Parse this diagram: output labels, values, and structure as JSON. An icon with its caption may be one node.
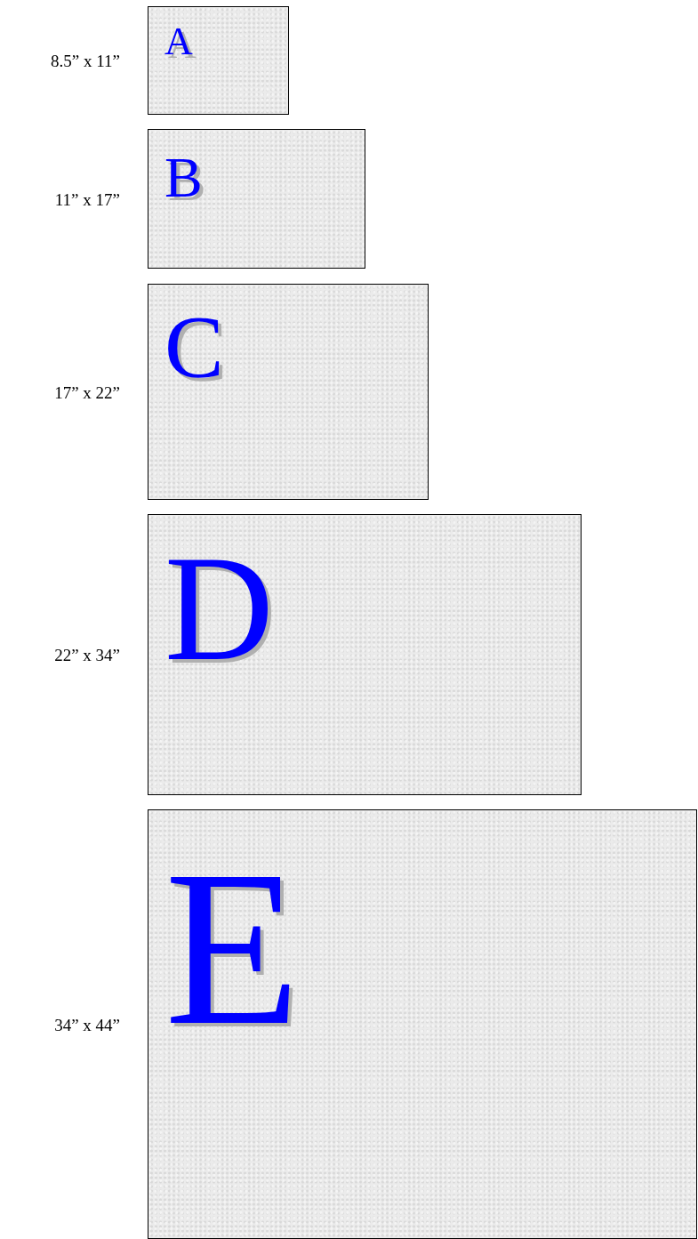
{
  "diagram": {
    "nodes": [
      {
        "text": [
          "A"
        ],
        "beside": [
          "8.5” x 11”"
        ]
      },
      {
        "text": [
          "B"
        ],
        "beside": [
          "11” x 17”"
        ]
      },
      {
        "text": [
          "C"
        ],
        "beside": [
          "17” x 22”"
        ]
      },
      {
        "text": [
          "D"
        ],
        "beside": [
          "22” x 34”"
        ]
      },
      {
        "text": [
          "E"
        ],
        "beside": [
          "34” x 44”"
        ]
      }
    ]
  }
}
